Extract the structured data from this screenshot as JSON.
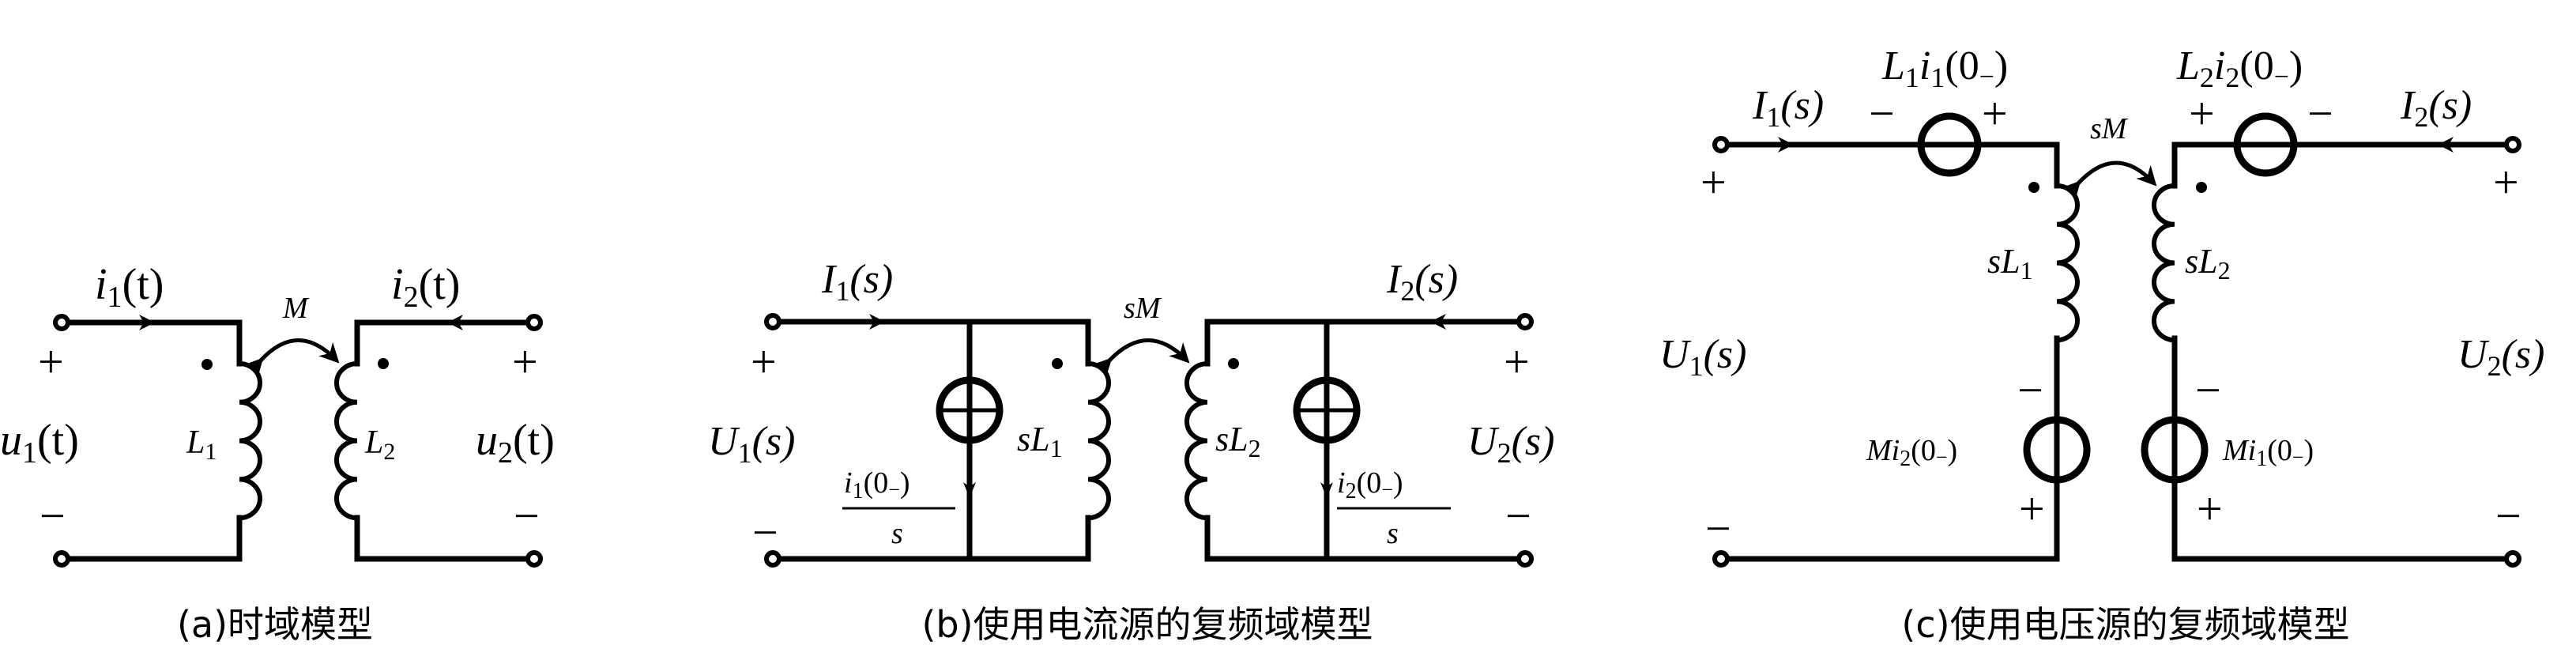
{
  "figures": [
    {
      "id": "a",
      "caption": "(a)时域模型",
      "i1": {
        "sym": "i",
        "sub": "1",
        "arg": "(t)"
      },
      "i2": {
        "sym": "i",
        "sub": "2",
        "arg": "(t)"
      },
      "u1": {
        "sym": "u",
        "sub": "1",
        "arg": "(t)"
      },
      "u2": {
        "sym": "u",
        "sub": "2",
        "arg": "(t)"
      },
      "L1": {
        "sym": "L",
        "sub": "1"
      },
      "L2": {
        "sym": "L",
        "sub": "2"
      },
      "mutual": "M",
      "plus": "+",
      "minus": "−"
    },
    {
      "id": "b",
      "caption": "(b)使用电流源的复频域模型",
      "I1": {
        "sym": "I",
        "sub": "1",
        "arg": "(s)"
      },
      "I2": {
        "sym": "I",
        "sub": "2",
        "arg": "(s)"
      },
      "U1": {
        "sym": "U",
        "sub": "1",
        "arg": "(s)"
      },
      "U2": {
        "sym": "U",
        "sub": "2",
        "arg": "(s)"
      },
      "sL1": {
        "sym": "sL",
        "sub": "1"
      },
      "sL2": {
        "sym": "sL",
        "sub": "2"
      },
      "mutual": "sM",
      "src1": {
        "num_sym": "i",
        "num_sub": "1",
        "num_arg": "(0",
        "num_arg_sub": "−",
        "num_close": ")",
        "den": "s"
      },
      "src2": {
        "num_sym": "i",
        "num_sub": "2",
        "num_arg": "(0",
        "num_arg_sub": "−",
        "num_close": ")",
        "den": "s"
      },
      "plus": "+",
      "minus": "−"
    },
    {
      "id": "c",
      "caption": "(c)使用电压源的复频域模型",
      "I1": {
        "sym": "I",
        "sub": "1",
        "arg": "(s)"
      },
      "I2": {
        "sym": "I",
        "sub": "2",
        "arg": "(s)"
      },
      "U1": {
        "sym": "U",
        "sub": "1",
        "arg": "(s)"
      },
      "U2": {
        "sym": "U",
        "sub": "2",
        "arg": "(s)"
      },
      "sL1": {
        "sym": "sL",
        "sub": "1"
      },
      "sL2": {
        "sym": "sL",
        "sub": "2"
      },
      "mutual": "sM",
      "vsrc_top1": {
        "pre": "L",
        "pre_sub": "1",
        "sym": "i",
        "sub": "1",
        "arg": "(0",
        "arg_sub": "−",
        "close": ")"
      },
      "vsrc_top2": {
        "pre": "L",
        "pre_sub": "2",
        "sym": "i",
        "sub": "2",
        "arg": "(0",
        "arg_sub": "−",
        "close": ")"
      },
      "vsrc_bot1": {
        "pre": "M",
        "sym": "i",
        "sub": "2",
        "arg": "(0",
        "arg_sub": "−",
        "close": ")"
      },
      "vsrc_bot2": {
        "pre": "M",
        "sym": "i",
        "sub": "1",
        "arg": "(0",
        "arg_sub": "−",
        "close": ")"
      },
      "plus": "+",
      "minus": "−"
    }
  ]
}
